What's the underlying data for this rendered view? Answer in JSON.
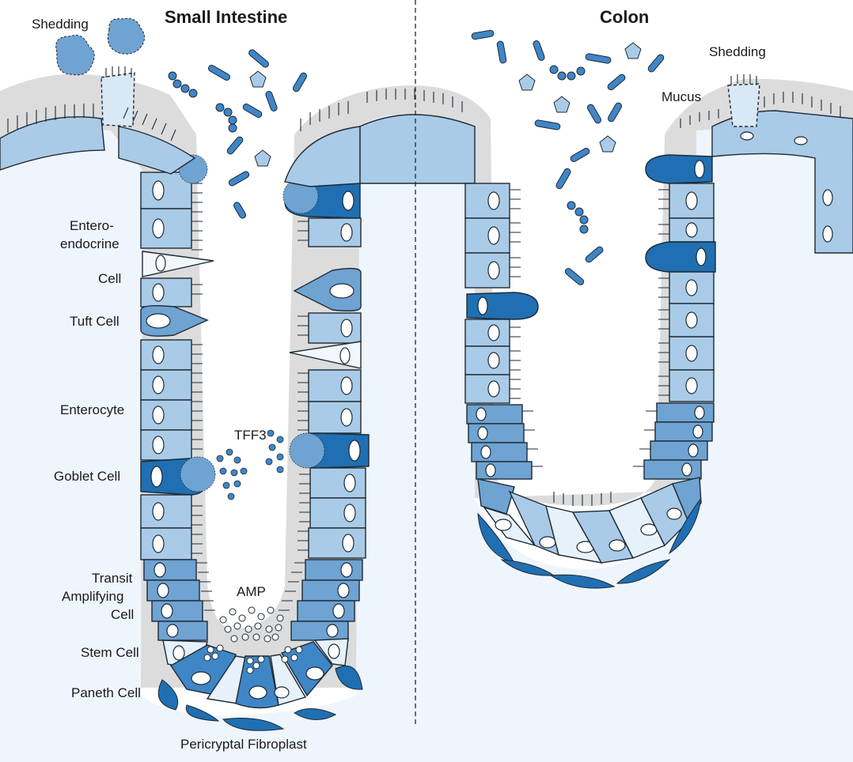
{
  "titles": {
    "small_intestine": "Small Intestine",
    "colon": "Colon"
  },
  "labels": {
    "shedding_left": "Shedding",
    "shedding_right": "Shedding",
    "mucus": "Mucus",
    "enteroendocrine": [
      "Entero-",
      "endocrine",
      "Cell"
    ],
    "tuft": "Tuft Cell",
    "enterocyte": "Enterocyte",
    "tff3": "TFF3",
    "goblet": "Goblet Cell",
    "transit": [
      "Transit",
      "Amplifying",
      "Cell"
    ],
    "amp": "AMP",
    "stem": "Stem Cell",
    "paneth": "Paneth Cell",
    "fibroblast": "Pericryptal Fibroplast"
  },
  "colors": {
    "background_tissue": "#eef5fd",
    "mucus": "#d9d9d9",
    "enterocyte": "#a9cbe7",
    "goblet": "#1f6fb2",
    "transit_amplifying": "#6fa3d2",
    "stem": "#e6f1fa",
    "paneth": "#3f86c7",
    "tuft": "#6fa3d2",
    "enteroendocrine": "#f1f7fc",
    "bacteria": "#3f86c7",
    "fibroblast": "#1f6fb2",
    "outline": "#1e2a36"
  }
}
